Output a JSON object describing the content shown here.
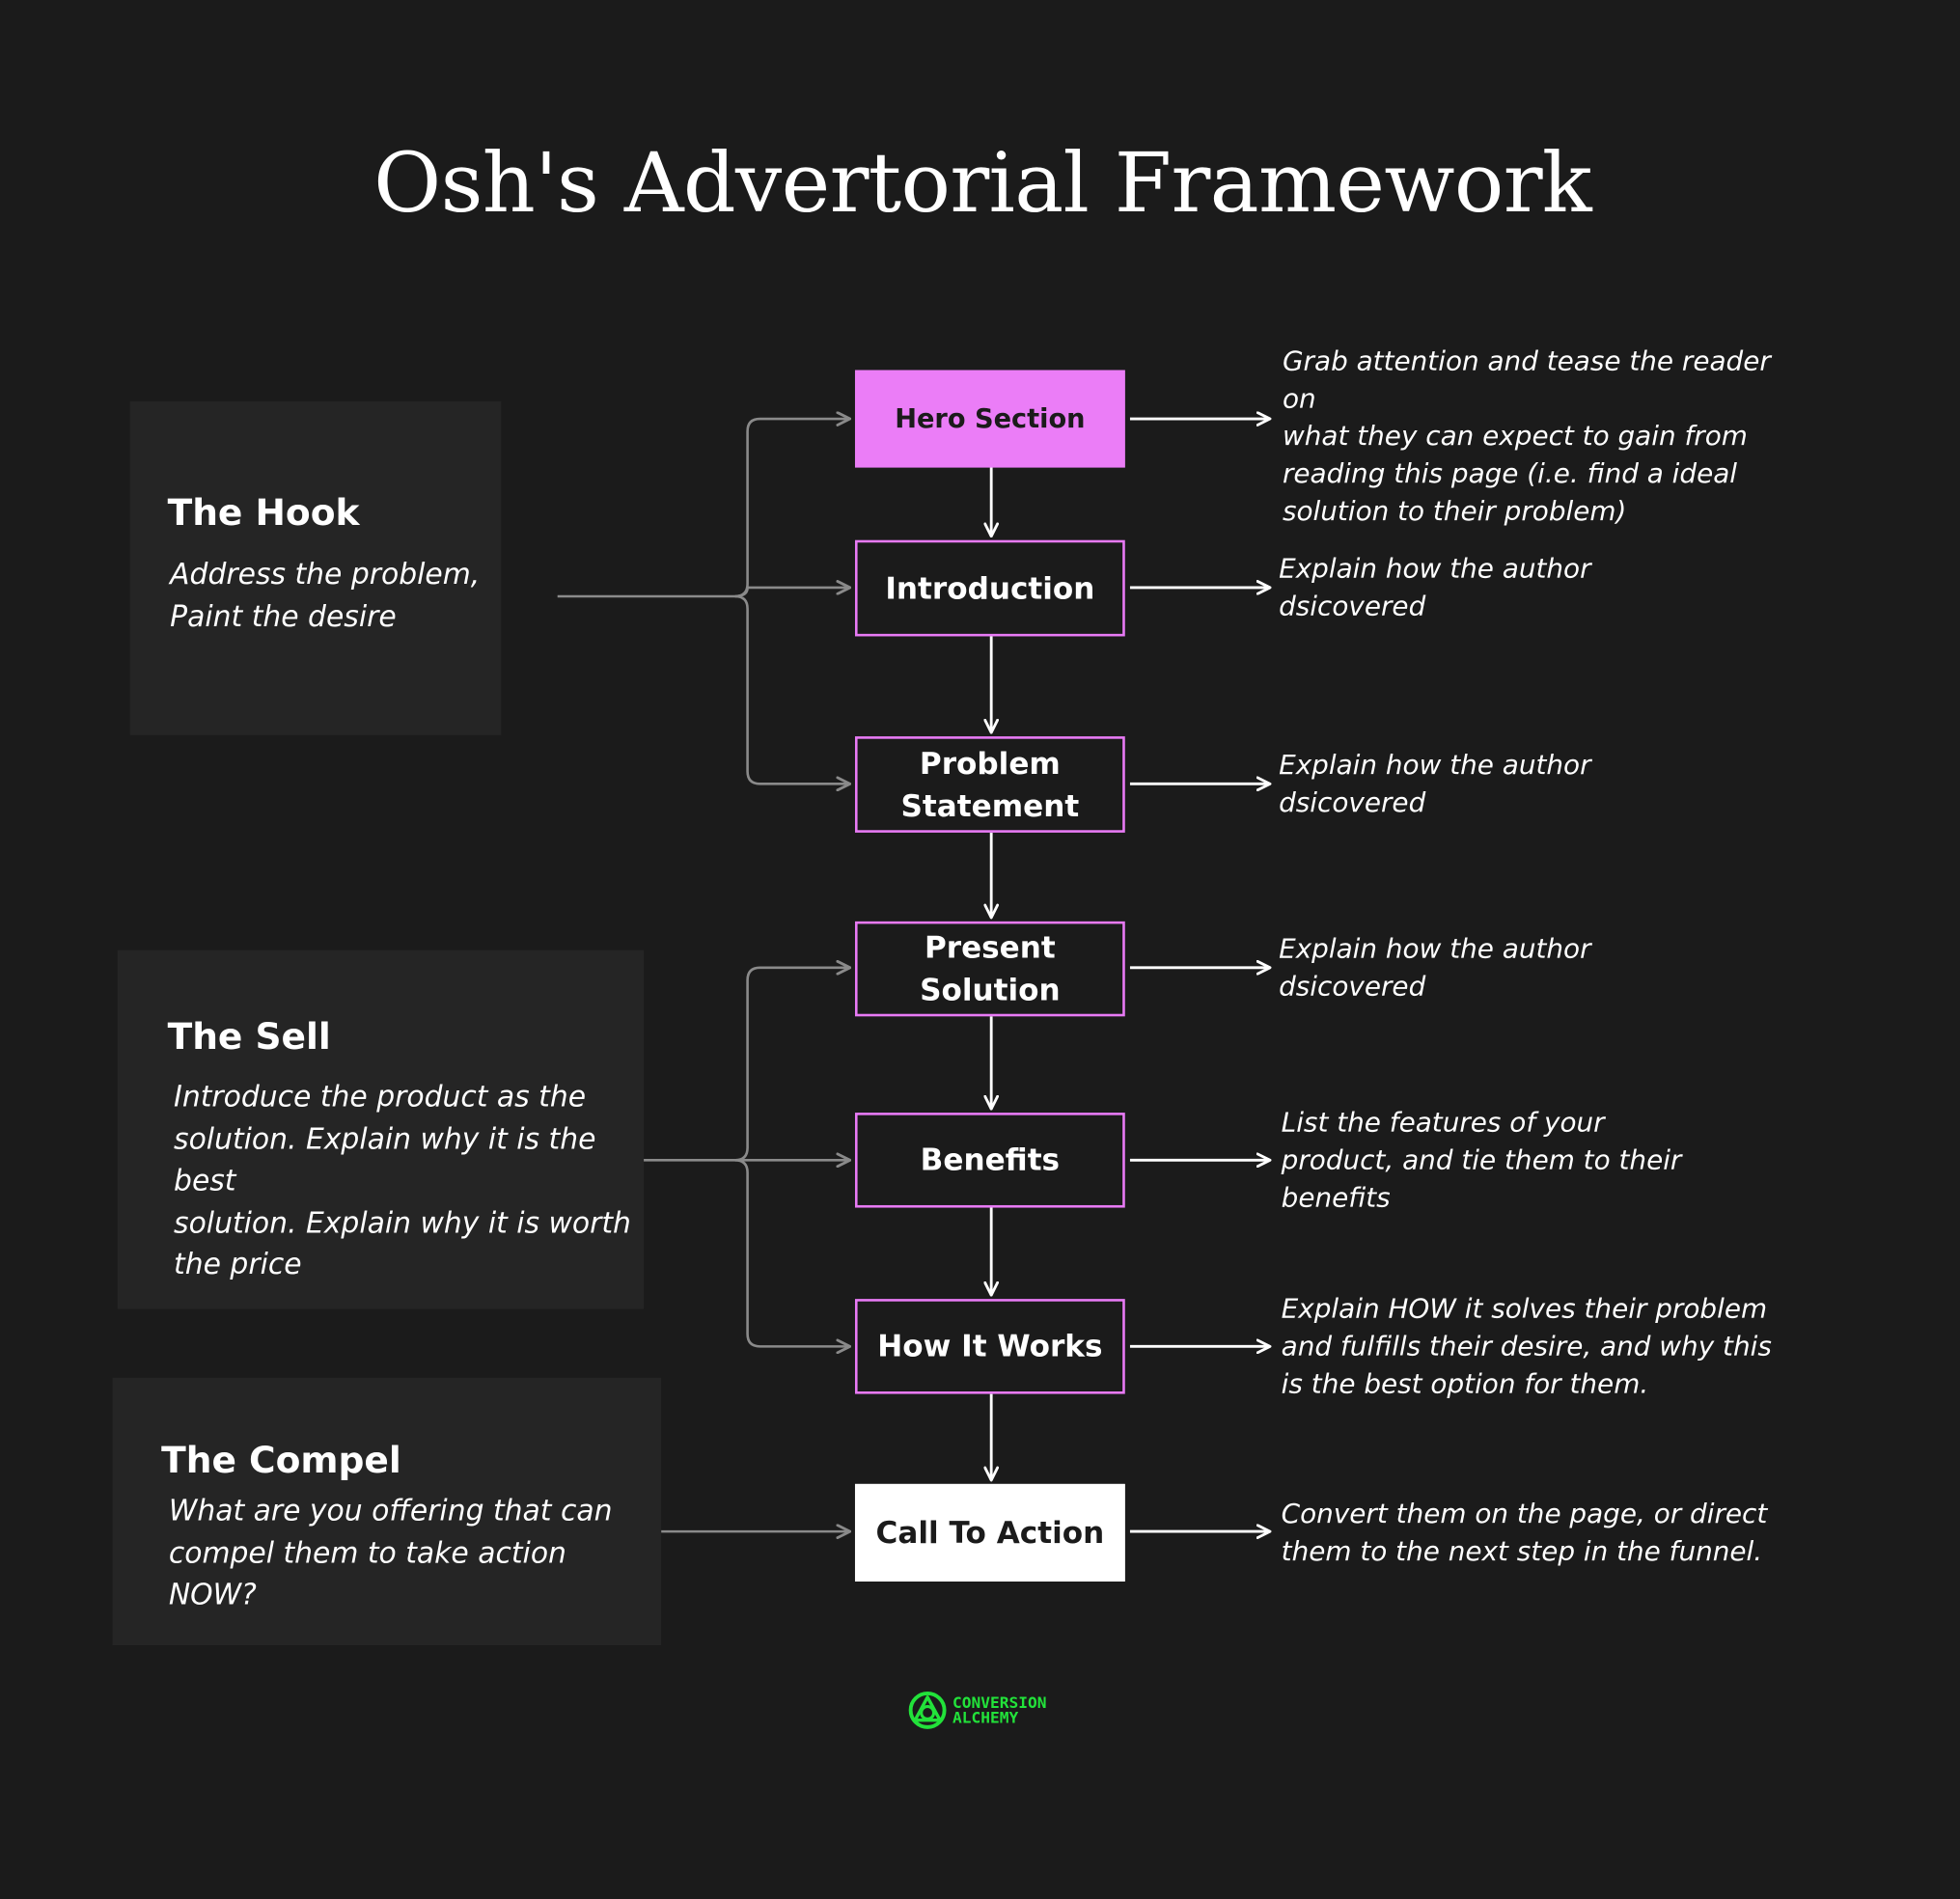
{
  "title": "Osh's Advertorial Framework",
  "groups": [
    {
      "title": "The Hook",
      "desc_lines": [
        "Address the problem,",
        "Paint the desire"
      ]
    },
    {
      "title": "The Sell",
      "desc_lines": [
        "Introduce the product as the",
        "solution. Explain why it is the best",
        "solution. Explain why it is worth",
        "the price"
      ]
    },
    {
      "title": "The Compel",
      "desc_lines": [
        "What are you offering that can",
        "compel them to take action NOW?"
      ]
    }
  ],
  "steps": [
    {
      "lines": [
        "Hero Section"
      ],
      "note": [
        "Grab attention and tease the reader on",
        "what they can expect to gain from",
        "reading this page (i.e. find a ideal",
        "solution to their problem)"
      ]
    },
    {
      "lines": [
        "Introduction"
      ],
      "note": [
        "Explain how the author",
        "dsicovered"
      ]
    },
    {
      "lines": [
        "Problem",
        "Statement"
      ],
      "note": [
        "Explain how the author",
        "dsicovered"
      ]
    },
    {
      "lines": [
        "Present",
        "Solution"
      ],
      "note": [
        "Explain how the author",
        "dsicovered"
      ]
    },
    {
      "lines": [
        "Benefits"
      ],
      "note": [
        "List the features of your",
        "product, and tie them to their",
        "benefits"
      ]
    },
    {
      "lines": [
        "How It Works"
      ],
      "note": [
        "Explain HOW it solves their problem",
        "and fulfills their desire, and why this",
        "is the best option for them."
      ]
    },
    {
      "lines": [
        "Call To Action"
      ],
      "note": [
        "Convert them on the page, or direct",
        "them to the next step in the funnel."
      ]
    }
  ],
  "logo": {
    "icon": "conversion-alchemy-logo-icon",
    "line1": "CONVERSION",
    "line2": "ALCHEMY"
  },
  "colors": {
    "background": "#1b1b1b",
    "group_box": "#252525",
    "accent_pink": "#eb7df7",
    "logo_green": "#22e23a",
    "connector_gray": "#8a8a8a",
    "arrow_white": "#ffffff"
  }
}
